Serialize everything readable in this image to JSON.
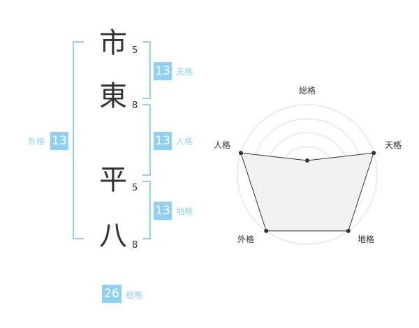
{
  "characters": [
    {
      "kanji": "市",
      "strokes": "5"
    },
    {
      "kanji": "東",
      "strokes": "8"
    },
    {
      "kanji": "平",
      "strokes": "5"
    },
    {
      "kanji": "八",
      "strokes": "8"
    }
  ],
  "fortunes": {
    "tenkaku": {
      "value": "13",
      "label": "天格"
    },
    "jinkaku": {
      "value": "13",
      "label": "人格"
    },
    "chikaku": {
      "value": "13",
      "label": "地格"
    },
    "gaikaku": {
      "value": "13",
      "label": "外格"
    },
    "soukaku": {
      "value": "26",
      "label": "総格"
    }
  },
  "colors": {
    "accent": "#8fd0f3",
    "text": "#333333",
    "radar_fill": "#f2f2f2"
  },
  "chart_data": {
    "type": "radar",
    "axes": [
      "総格",
      "天格",
      "地格",
      "外格",
      "人格"
    ],
    "values": [
      1,
      5,
      5,
      5,
      5
    ],
    "range": [
      0,
      5
    ]
  }
}
